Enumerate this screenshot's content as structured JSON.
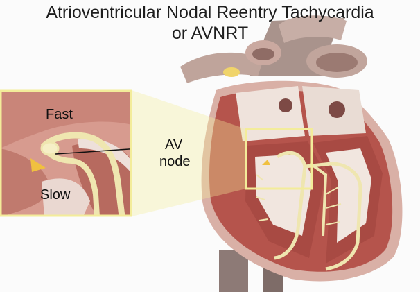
{
  "title": {
    "line1": "Atrioventricular Nodal Reentry Tachycardia",
    "line2": "or AVNRT"
  },
  "labels": {
    "fast": "Fast",
    "slow": "Slow",
    "av_line1": "AV",
    "av_line2": "node"
  },
  "colors": {
    "inset_frame": "#f3ec9a",
    "conduction_path": "#efe6b0",
    "myocardium": "#b5544c",
    "heart_shadow": "#8a6e66",
    "pathway_arrow": "#f0c040"
  }
}
